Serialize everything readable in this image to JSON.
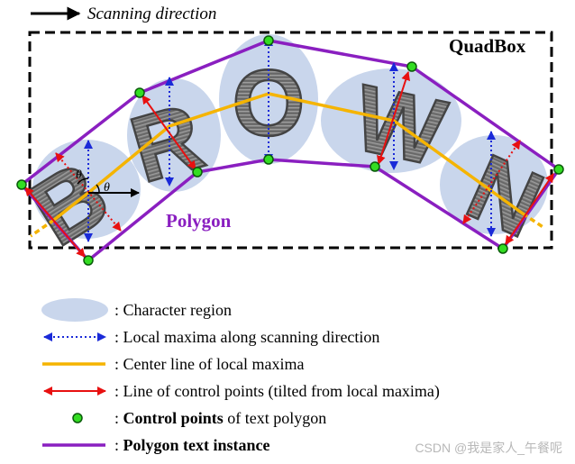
{
  "scan_label": "Scanning direction",
  "quadbox_label": "QuadBox",
  "polygon_label": "Polygon",
  "word_letters": [
    "B",
    "R",
    "O",
    "W",
    "N"
  ],
  "angle_label": "θ",
  "legend": [
    {
      "id": "char-region",
      "prefix": ": ",
      "text": "Character region",
      "bold": ""
    },
    {
      "id": "local-maxima",
      "prefix": ": ",
      "text": "Local maxima along scanning direction",
      "bold": ""
    },
    {
      "id": "center-line",
      "prefix": ": ",
      "text": "Center line of local maxima",
      "bold": ""
    },
    {
      "id": "control-line",
      "prefix": ": ",
      "text": "Line of control points (tilted from local maxima)",
      "bold": ""
    },
    {
      "id": "control-points",
      "prefix": ": ",
      "bold": "Control points",
      "text": " of text polygon"
    },
    {
      "id": "polygon-instance",
      "prefix": ": ",
      "bold": "Polygon text instance",
      "text": ""
    }
  ],
  "watermark": "CSDN @我是家人_午餐呢",
  "colors": {
    "polygon": "#8a1fc0",
    "center_line": "#f5b400",
    "local_maxima": "#1a2ad8",
    "control_line": "#e81010",
    "control_point_fill": "#33dd22",
    "control_point_stroke": "#0a5a0a",
    "region": "#c9d6ec",
    "quadbox": "#000000"
  }
}
